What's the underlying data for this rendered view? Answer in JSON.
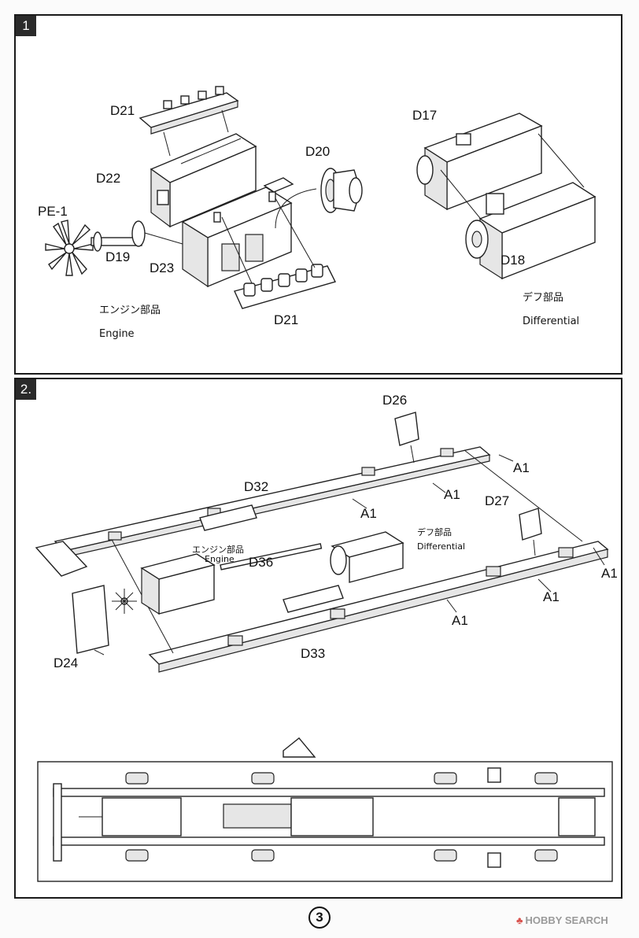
{
  "step1": {
    "number": "1",
    "labels": {
      "d21_top": "D21",
      "d22": "D22",
      "d20": "D20",
      "pe1": "PE-1",
      "d19": "D19",
      "d23": "D23",
      "d21_bottom": "D21",
      "d17": "D17",
      "d18": "D18"
    },
    "engine_jp": "エンジン部品",
    "engine_en": "Engine",
    "diff_jp": "デフ部品",
    "diff_en": "Differential"
  },
  "step2": {
    "number": "2.",
    "labels": {
      "d26": "D26",
      "a1_a": "A1",
      "a1_b": "A1",
      "a1_c": "A1",
      "d32": "D32",
      "d27": "D27",
      "a1_d": "A1",
      "a1_e": "A1",
      "a1_f": "A1",
      "d36": "D36",
      "d33": "D33",
      "d24": "D24"
    },
    "engine_jp": "エンジン部品",
    "engine_en": "Engine",
    "diff_jp": "デフ部品",
    "diff_en": "Differential"
  },
  "footer": {
    "page_number": "3",
    "watermark_logo": "♣",
    "watermark_text": "HOBBY SEARCH"
  }
}
